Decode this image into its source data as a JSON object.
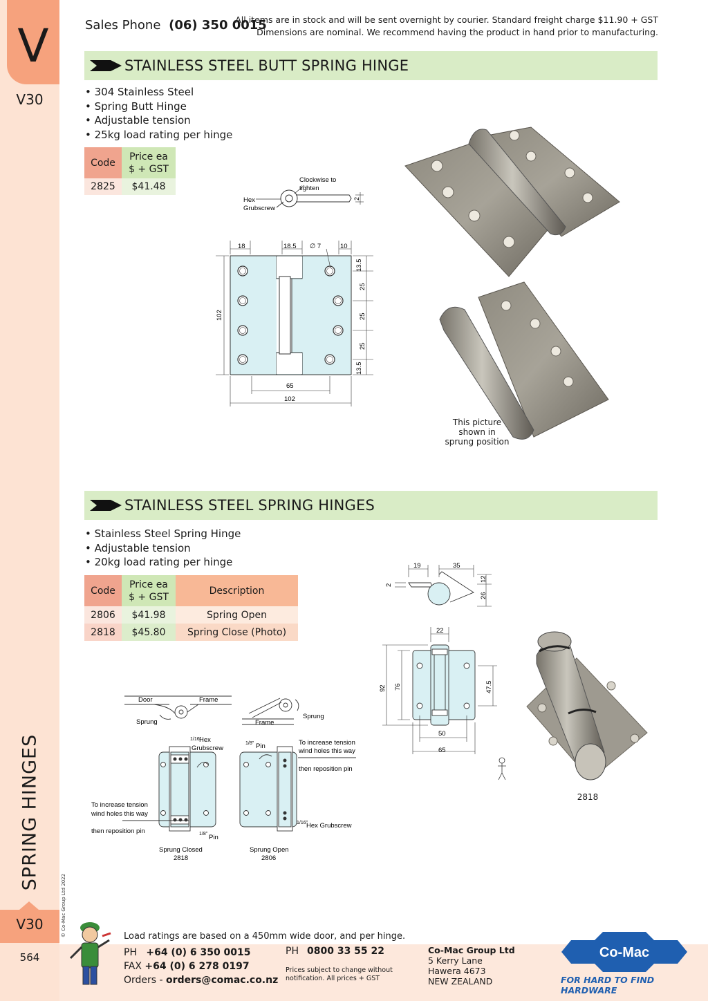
{
  "sidebar": {
    "section_letter": "V",
    "code_top": "V30",
    "category": "SPRING HINGES",
    "copyright": "© Co-Mac Group Ltd 2022",
    "code_bottom": "V30",
    "page_number": "564"
  },
  "header": {
    "sales_label": "Sales Phone",
    "sales_number": "(06) 350 0015",
    "note_line1": "All items are in stock and will be sent overnight by courier. Standard freight charge $11.90 + GST",
    "note_line2": "Dimensions are nominal. We recommend having the product in hand prior to manufacturing."
  },
  "section1": {
    "title": "STAINLESS STEEL BUTT SPRING HINGE",
    "bullets": [
      "304 Stainless Steel",
      "Spring Butt Hinge",
      "Adjustable tension",
      "25kg load rating per hinge"
    ],
    "table": {
      "col_code": "Code",
      "col_price_1": "Price ea",
      "col_price_2": "$ + GST",
      "rows": [
        {
          "code": "2825",
          "price": "$41.48"
        }
      ]
    },
    "diagram": {
      "clockwise_1": "Clockwise to",
      "clockwise_2": "tighten",
      "hex_1": "Hex",
      "hex_2": "Grubscrew",
      "dim_2": "2",
      "dim_18": "18",
      "dim_18_5": "18.5",
      "dim_dia7": "∅ 7",
      "dim_10": "10",
      "dim_13_5a": "13.5",
      "dim_25a": "25",
      "dim_25b": "25",
      "dim_25c": "25",
      "dim_13_5b": "13.5",
      "dim_102_v": "102",
      "dim_65": "65",
      "dim_102_h": "102"
    },
    "photo_caption_1": "This picture",
    "photo_caption_2": "shown in",
    "photo_caption_3": "sprung position"
  },
  "section2": {
    "title": "STAINLESS STEEL SPRING HINGES",
    "bullets": [
      "Stainless Steel Spring Hinge",
      "Adjustable tension",
      "20kg load rating per hinge"
    ],
    "table": {
      "col_code": "Code",
      "col_price_1": "Price ea",
      "col_price_2": "$ + GST",
      "col_desc": "Description",
      "rows": [
        {
          "code": "2806",
          "price": "$41.98",
          "desc": "Spring Open"
        },
        {
          "code": "2818",
          "price": "$45.80",
          "desc": "Spring Close  (Photo)"
        }
      ]
    },
    "diagram": {
      "door": "Door",
      "frame": "Frame",
      "sprung": "Sprung",
      "frame2": "Frame",
      "sprung2": "Sprung",
      "hex_grub_a": "Hex",
      "hex_grub_b": "Grubscrew",
      "pin_top": "Pin",
      "inc_tension_1": "To increase tension",
      "inc_tension_2": "wind holes this way",
      "inc_tension_3": "then reposition pin",
      "inc_tension_l1": "To increase tension",
      "inc_tension_l2": "wind holes this way",
      "inc_tension_l3": "then reposition pin",
      "pin_bottom": "Pin",
      "hex_grub_c": "Hex Grubscrew",
      "caption_closed_1": "Sprung Closed",
      "caption_closed_2": "2818",
      "caption_open_1": "Sprung Open",
      "caption_open_2": "2806",
      "frac": "1/16\"",
      "frac_pin": "1/8\"",
      "dim_19": "19",
      "dim_35": "35",
      "dim_2": "2",
      "dim_12": "12",
      "dim_26": "26",
      "dim_22": "22",
      "dim_92": "92",
      "dim_76": "76",
      "dim_47_5": "47.5",
      "dim_50": "50",
      "dim_65": "65"
    },
    "photo_label": "2818"
  },
  "footer": {
    "load_note": "Load ratings are based on a 450mm wide door, and per hinge.",
    "ph_label": "PH",
    "ph_number": "+64 (0) 6 350 0015",
    "fax_label": "FAX",
    "fax_number": "+64 (0) 6 278 0197",
    "orders_label": "Orders -",
    "orders_email": "orders@comac.co.nz",
    "ph2_label": "PH",
    "ph2_number": "0800 33 55 22",
    "prices_note_1": "Prices subject to change without",
    "prices_note_2": "notification. All prices + GST",
    "company": "Co-Mac Group Ltd",
    "addr_1": "5 Kerry Lane",
    "addr_2": "Hawera 4673",
    "addr_3": "NEW ZEALAND",
    "logo_text": "Co-Mac",
    "tagline": "FOR HARD TO FIND HARDWARE"
  },
  "colors": {
    "sidebar_bg": "#fde3d3",
    "tab_orange": "#f6a27d",
    "section_green": "#d9ecc6",
    "brand_blue": "#1f5fb0"
  }
}
